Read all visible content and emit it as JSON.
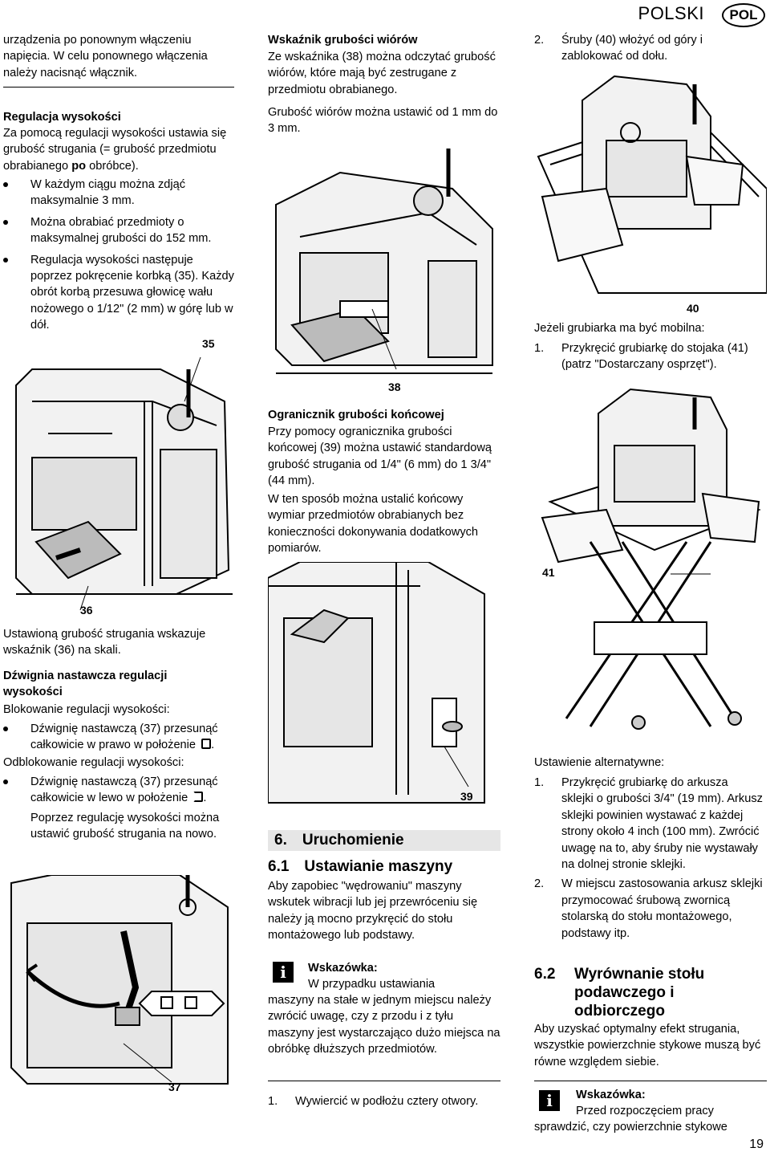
{
  "header": {
    "language": "POLSKI",
    "badge": "POL"
  },
  "col1": {
    "intro": "urządzenia po ponownym włączeniu napięcia. W celu ponownego włączenia należy nacisnąć włącznik.",
    "height_title": "Regulacja wysokości",
    "height_text_a": "Za pomocą regulacji wysokości ustawia się grubość strugania (= grubość przedmiotu obrabianego ",
    "height_text_b": "po",
    "height_text_c": " obróbce).",
    "bullets": [
      "W każdym ciągu można zdjąć maksymalnie 3 mm.",
      "Można obrabiać przedmioty o maksymalnej grubości do 152 mm.",
      "Regulacja wysokości następuje poprzez pokręcenie korbką (35). Każdy obrót korbą przesuwa głowicę wału nożowego o 1/12\" (2 mm) w górę lub w dół."
    ],
    "fig35_label": "35",
    "fig36_label": "36",
    "scale_text": "Ustawioną grubość strugania wskazuje wskaźnik (36) na skali.",
    "lever_title": "Dźwignia nastawcza regulacji wysokości",
    "lock_title": "Blokowanie regulacji wysokości:",
    "lock_bullet": "Dźwignię nastawczą (37) przesunąć całkowicie w prawo w położenie",
    "unlock_title": "Odblokowanie regulacji wysokości:",
    "unlock_bullet": "Dźwignię nastawczą (37) przesunąć całkowicie w lewo w położenie",
    "unlock_after": "Poprzez regulację wysokości można ustawić grubość strugania na nowo.",
    "fig37_label": "37"
  },
  "col2": {
    "chip_title": "Wskaźnik grubości wiórów",
    "chip_text1": "Ze wskaźnika (38) można odczytać grubość wiórów, które mają być zestrugane z przedmiotu obrabianego.",
    "chip_text2": "Grubość wiórów można ustawić od 1 mm do 3 mm.",
    "fig38_label": "38",
    "limiter_title": "Ogranicznik grubości końcowej",
    "limiter_text1": "Przy pomocy ogranicznika grubości końcowej (39) można ustawić standardową grubość strugania od 1/4\" (6 mm) do 1 3/4\" (44 mm).",
    "limiter_text2": "W ten sposób można ustalić końcowy wymiar przedmiotów obrabianych bez konieczności dokonywania dodatkowych pomiarów.",
    "fig39_label": "39",
    "section6": "6. Uruchomienie",
    "section61": "6.1 Ustawianie maszyny",
    "setup_text": "Aby zapobiec \"wędrowaniu\" maszyny wskutek wibracji lub jej przewróceniu się należy ją mocno przykręcić do stołu montażowego lub podstawy.",
    "note_title": "Wskazówka:",
    "note_text_first": "W przypadku ustawiania",
    "note_text_rest": "maszyny na stałe w jednym miejscu należy zwrócić uwagę, czy z przodu i z tyłu maszyny jest wystarczająco dużo miejsca na obróbkę dłuższych przedmiotów.",
    "step1": "Wywiercić w podłożu cztery otwory."
  },
  "col3": {
    "step2": "Śruby (40) włożyć od góry i zablokować od dołu.",
    "fig40_label": "40",
    "mobile_title": "Jeżeli grubiarka ma być mobilna:",
    "mobile_step1": "Przykręcić grubiarkę do stojaka (41) (patrz \"Dostarczany osprzęt\").",
    "fig41_label": "41",
    "alt_title": "Ustawienie alternatywne:",
    "alt_steps": [
      "Przykręcić grubiarkę do arkusza sklejki o grubości 3/4\" (19 mm). Arkusz sklejki powinien wystawać z każdej strony około 4 inch (100 mm). Zwrócić uwagę na to, aby śruby nie wystawały na dolnej stronie sklejki.",
      "W miejscu zastosowania arkusz sklejki przymocować śrubową zwornicą stolarską do stołu montażowego, podstawy itp."
    ],
    "section62_num": "6.2",
    "section62_title": "Wyrównanie stołu podawczego i odbiorczego",
    "align_text": "Aby uzyskać optymalny efekt strugania, wszystkie powierzchnie stykowe muszą być równe względem siebie.",
    "note_title": "Wskazówka:",
    "note_text_first": "Przed rozpoczęciem pracy",
    "note_text_rest": "sprawdzić, czy powierzchnie stykowe"
  },
  "page_number": "19",
  "icons": {
    "info": "info-icon",
    "lock": "lock-icon",
    "unlock": "unlock-icon",
    "arrow": "arrow-icon"
  }
}
